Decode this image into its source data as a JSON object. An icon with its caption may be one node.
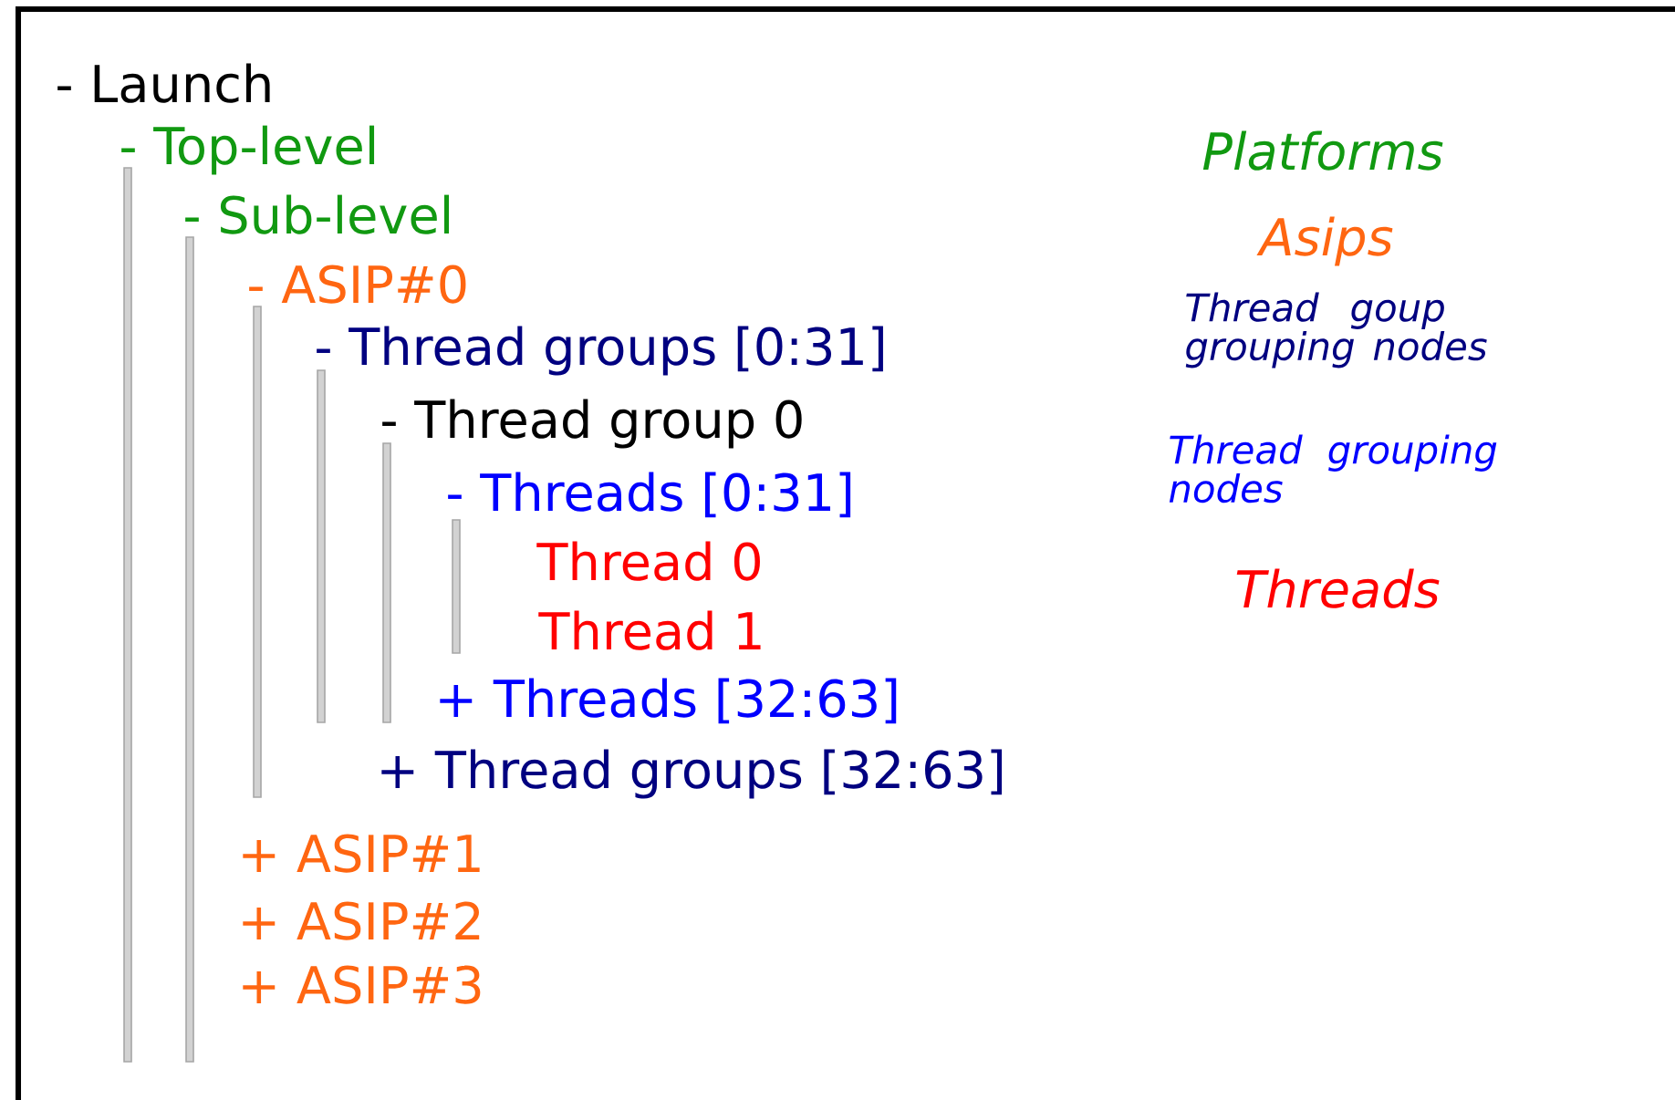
{
  "diagram": {
    "labels": [
      "- Launch",
      "- Top-level",
      "- Sub-level",
      "- ASIP#0",
      "- Thread groups [0:31]",
      "- Thread group 0",
      "- Threads [0:31]",
      "Thread 0",
      "Thread 1",
      "+ Threads [32:63]",
      "+ Thread groups [32:63]",
      "+ ASIP#1",
      "+ ASIP#2",
      "+ ASIP#3",
      "Platforms",
      "Asips",
      "Thread goup grouping nodes",
      "Thread grouping nodes",
      "Threads"
    ]
  }
}
